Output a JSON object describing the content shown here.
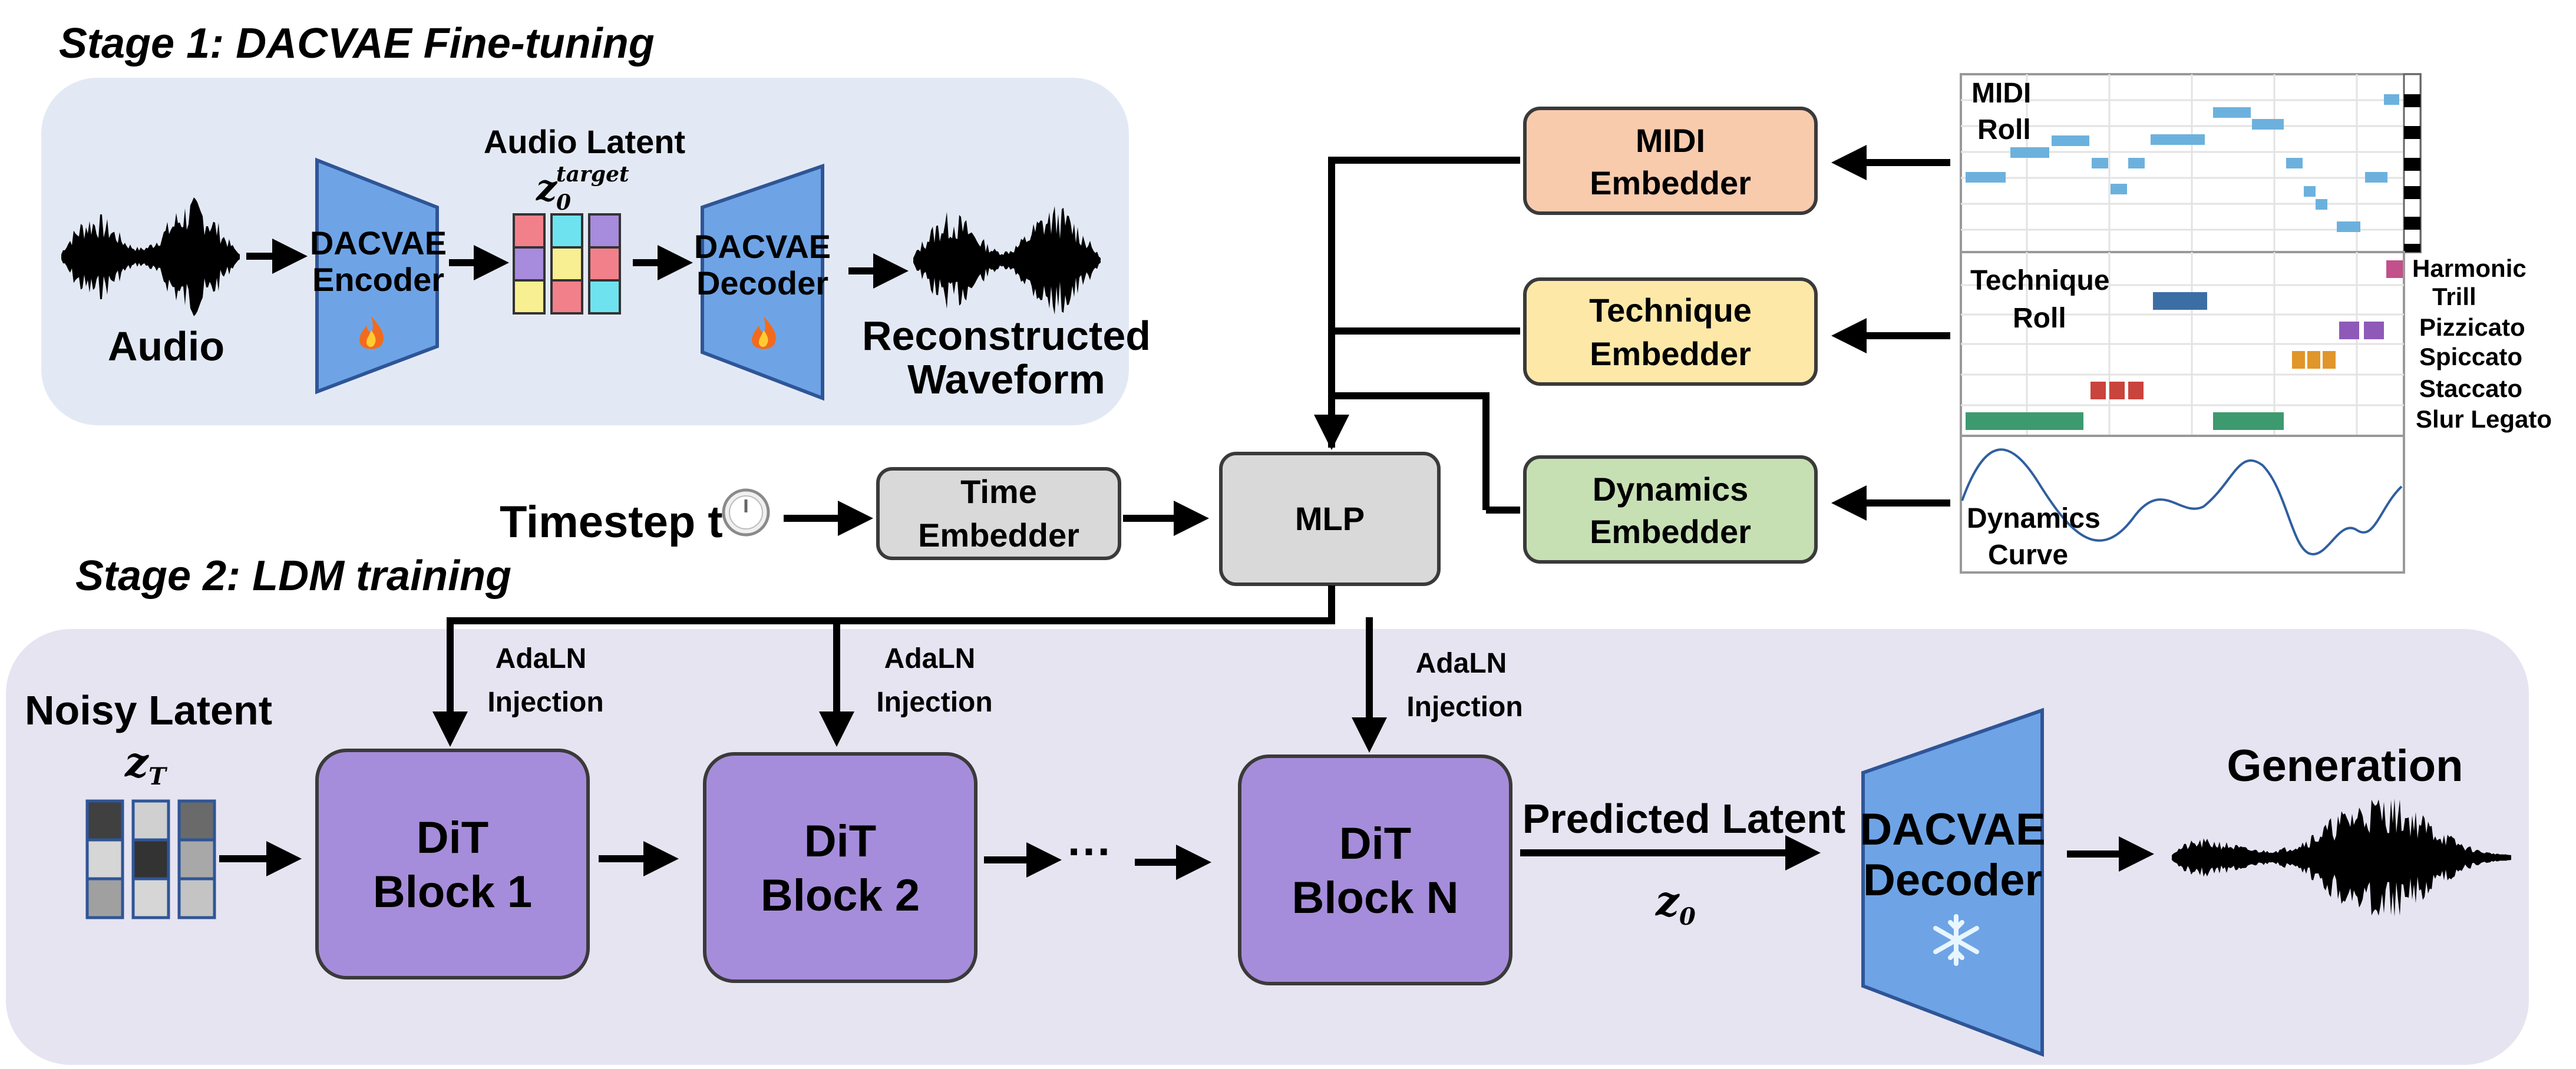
{
  "stage1": {
    "title": "Stage 1: DACVAE Fine-tuning",
    "audio_label": "Audio",
    "encoder_line1": "DACVAE",
    "encoder_line2": "Encoder",
    "latent_title": "Audio Latent",
    "latent_symbol": "z",
    "latent_sub": "0",
    "latent_sup": "target",
    "decoder_line1": "DACVAE",
    "decoder_line2": "Decoder",
    "recon_line1": "Reconstructed",
    "recon_line2": "Waveform",
    "trainable_icon": "fire-icon"
  },
  "conditions": {
    "midi_embedder_line1": "MIDI",
    "midi_embedder_line2": "Embedder",
    "technique_embedder_line1": "Technique",
    "technique_embedder_line2": "Embedder",
    "dynamics_embedder_line1": "Dynamics",
    "dynamics_embedder_line2": "Embedder",
    "midi_roll_line1": "MIDI",
    "midi_roll_line2": "Roll",
    "technique_roll_line1": "Technique",
    "technique_roll_line2": "Roll",
    "dynamics_curve_line1": "Dynamics",
    "dynamics_curve_line2": "Curve",
    "techniques": [
      "Harmonic",
      "Trill",
      "Pizzicato",
      "Spiccato",
      "Staccato",
      "Slur Legato"
    ],
    "colors": {
      "midi": "#f8cbad",
      "technique": "#fde8a8",
      "dynamics": "#c6e0b4",
      "neutral": "#d9d9d9",
      "dit": "#a68ddb",
      "dacvae": "#6ea4e6",
      "stage1_bg": "#e3e9f4",
      "stage2_bg": "#e6e4f1"
    }
  },
  "timestep": {
    "label": "Timestep t",
    "icon": "clock-icon",
    "embedder_line1": "Time",
    "embedder_line2": "Embedder",
    "mlp_label": "MLP"
  },
  "stage2": {
    "title": "Stage 2: LDM training",
    "noisy_label": "Noisy Latent",
    "noisy_symbol": "z",
    "noisy_sub": "T",
    "adaln_line1": "AdaLN",
    "adaln_line2": "Injection",
    "blocks": [
      {
        "line1": "DiT",
        "line2": "Block 1"
      },
      {
        "line1": "DiT",
        "line2": "Block 2"
      },
      {
        "line1": "DiT",
        "line2": "Block N"
      }
    ],
    "ellipsis": "···",
    "predicted_label": "Predicted Latent",
    "predicted_symbol": "z",
    "predicted_sub": "0",
    "decoder_line1": "DACVAE",
    "decoder_line2": "Decoder",
    "frozen_icon": "snowflake-icon",
    "generation_label": "Generation"
  }
}
